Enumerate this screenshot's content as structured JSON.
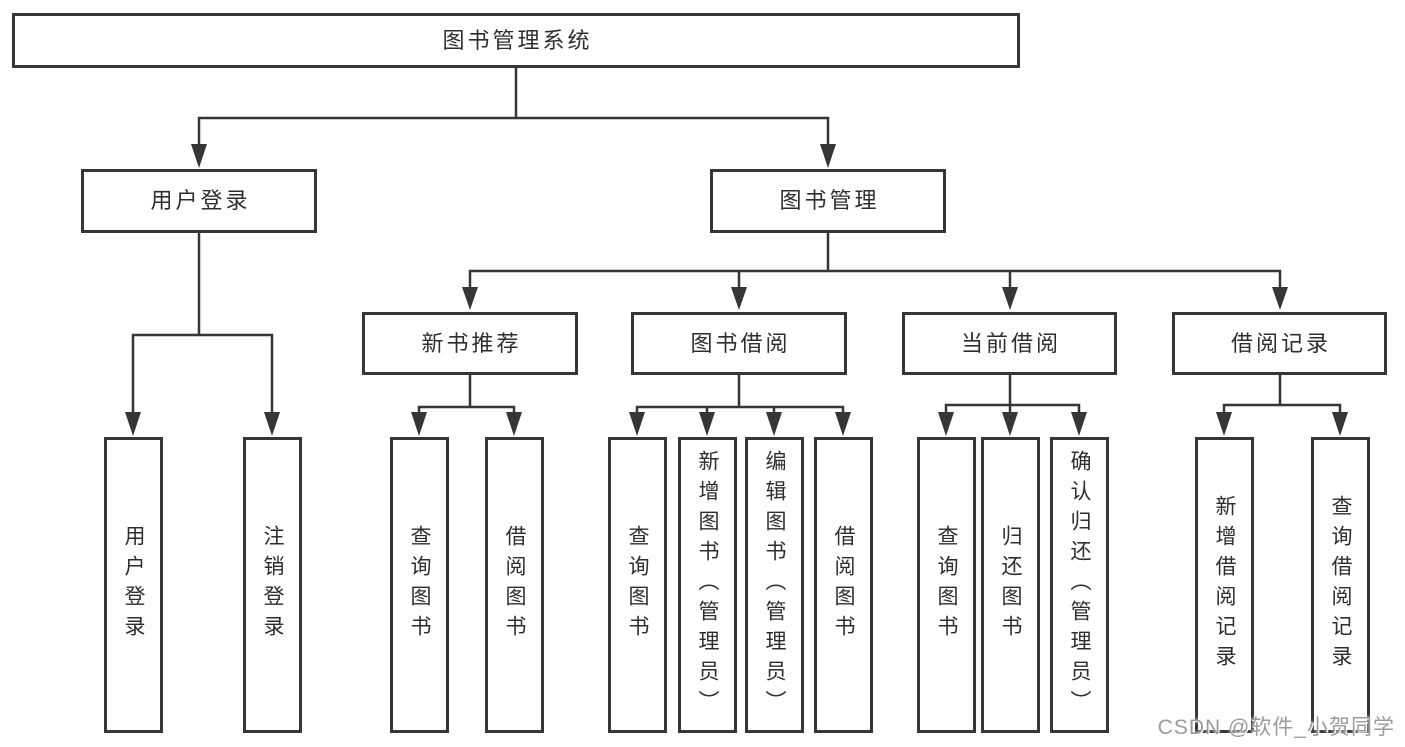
{
  "nodes": {
    "root": "图书管理系统",
    "level1": {
      "user_login": "用户登录",
      "book_mgmt": "图书管理"
    },
    "level2": {
      "new_book_rec": "新书推荐",
      "book_borrow": "图书借阅",
      "current_borrow": "当前借阅",
      "borrow_record": "借阅记录"
    },
    "leaves": {
      "user_login": "用户登录",
      "logout": "注销登录",
      "query_book_rec": "查询图书",
      "borrow_book_rec": "借阅图书",
      "query_book_borrow": "查询图书",
      "add_book_admin": "新增图书（管理员）",
      "edit_book_admin": "编辑图书（管理员）",
      "borrow_book_borrow": "借阅图书",
      "query_book_current": "查询图书",
      "return_book": "归还图书",
      "confirm_return_admin": "确认归还（管理员）",
      "add_borrow_record": "新增借阅记录",
      "query_borrow_record": "查询借阅记录"
    },
    "hierarchy": {
      "图书管理系统": [
        "用户登录",
        "图书管理"
      ],
      "用户登录": [
        "用户登录",
        "注销登录"
      ],
      "图书管理": [
        "新书推荐",
        "图书借阅",
        "当前借阅",
        "借阅记录"
      ],
      "新书推荐": [
        "查询图书",
        "借阅图书"
      ],
      "图书借阅": [
        "查询图书",
        "新增图书（管理员）",
        "编辑图书（管理员）",
        "借阅图书"
      ],
      "当前借阅": [
        "查询图书",
        "归还图书",
        "确认归还（管理员）"
      ],
      "借阅记录": [
        "新增借阅记录",
        "查询借阅记录"
      ]
    }
  },
  "watermark": "CSDN @软件_小贺同学",
  "colors": {
    "line": "#363636",
    "text": "#2e2e2e",
    "watermark": "#9b9b9b",
    "background": "#ffffff"
  }
}
